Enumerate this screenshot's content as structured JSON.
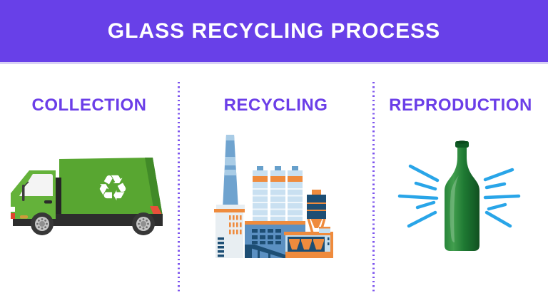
{
  "header": {
    "title": "GLASS RECYCLING PROCESS",
    "bg_color": "#6840e8",
    "text_color": "#ffffff"
  },
  "steps": [
    {
      "label": "COLLECTION",
      "illustration": "recycling-truck"
    },
    {
      "label": "RECYCLING",
      "illustration": "glass-factory"
    },
    {
      "label": "REPRODUCTION",
      "illustration": "glass-bottle"
    }
  ],
  "icons": {
    "recycle_glyph": "♻"
  },
  "colors": {
    "accent_purple": "#6840e8",
    "title_purple": "#6b3ee8",
    "divider_purple": "#7d54ee",
    "truck_green": "#58a631",
    "truck_cab_green": "#64b23a",
    "chassis_black": "#2d2d2d",
    "accent_red": "#e8503a",
    "factory_orange": "#ef8b3d",
    "factory_blue": "#5b90c2",
    "factory_navy": "#1d4e74",
    "factory_light_blue": "#c9e0f1",
    "chimney_blue": "#6fa3cf",
    "bottle_green": "#1f7a33",
    "ray_blue": "#29a5e8"
  }
}
